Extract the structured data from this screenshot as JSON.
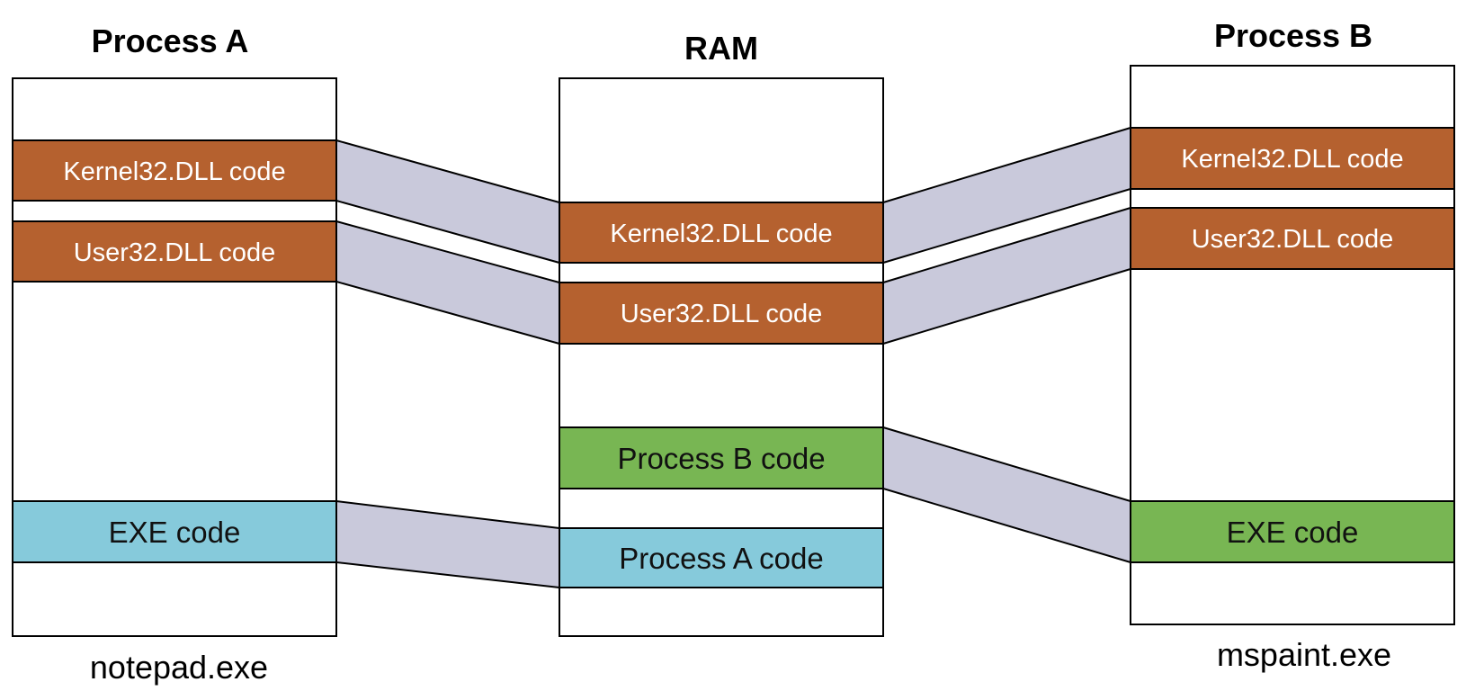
{
  "colors": {
    "dll": "#B5612F",
    "exe_a": "#86CADB",
    "exe_b": "#78B653",
    "mapping_band": "#C9C9DB",
    "outline": "#000000"
  },
  "process_a": {
    "title": "Process A",
    "caption": "notepad.exe",
    "segments": {
      "kernel32": "Kernel32.DLL code",
      "user32": "User32.DLL code",
      "exe": "EXE code"
    }
  },
  "ram": {
    "title": "RAM",
    "segments": {
      "kernel32": "Kernel32.DLL code",
      "user32": "User32.DLL code",
      "process_b": "Process B code",
      "process_a": "Process A code"
    }
  },
  "process_b": {
    "title": "Process B",
    "caption": "mspaint.exe",
    "segments": {
      "kernel32": "Kernel32.DLL code",
      "user32": "User32.DLL code",
      "exe": "EXE code"
    }
  }
}
